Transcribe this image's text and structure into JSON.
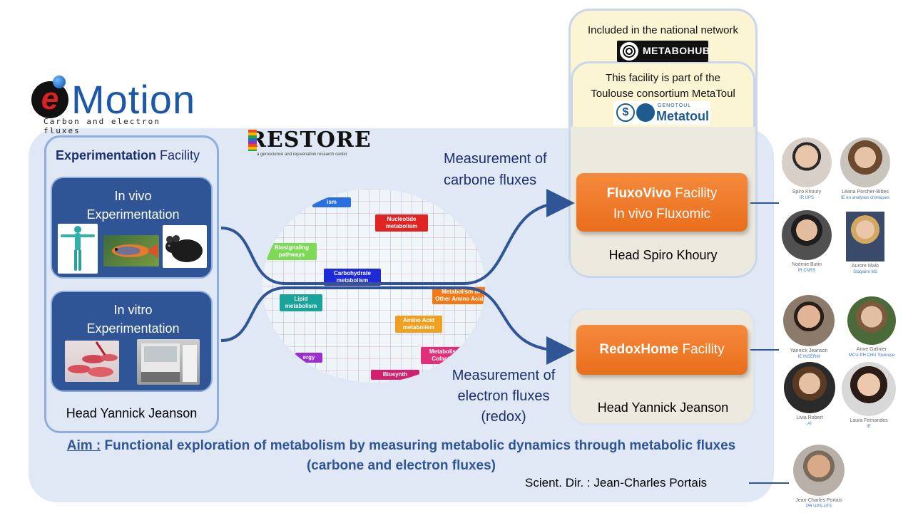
{
  "logo": {
    "brand_initial": "e",
    "brand_rest": "Motion",
    "tagline": "Carbon and electron fluxes"
  },
  "restore_logo": {
    "word": "RESTORE",
    "subtitle": "a geroscience and rejuvenation research center"
  },
  "experimentation": {
    "title_bold": "Experimentation",
    "title_rest": "Facility",
    "in_vivo": [
      "In vivo",
      "Experimentation"
    ],
    "in_vitro": [
      "In vitro",
      "Experimentation"
    ],
    "head": "Head Yannick Jeanson"
  },
  "metabolism_map": {
    "tags": [
      {
        "label": "Nucleotide metabolism",
        "color": "#e02424"
      },
      {
        "label": "Biosignaling pathways",
        "color": "#7ed957"
      },
      {
        "label": "Carbohydrate metabolism",
        "color": "#1f2bd8"
      },
      {
        "label": "Lipid metabolism",
        "color": "#1aa39a"
      },
      {
        "label": "Metabolism of Other Amino Acids",
        "color": "#f07a1a"
      },
      {
        "label": "Amino Acid metabolism",
        "color": "#f0a020"
      },
      {
        "label": "Metabolism Cofactors",
        "color": "#e0307a"
      },
      {
        "label": "Biosynth",
        "color": "#d21f6e"
      },
      {
        "label": "ism",
        "color": "#2a6fe0"
      },
      {
        "label": "ergy",
        "color": "#9a2fd0"
      }
    ]
  },
  "measurements": {
    "carbon": [
      "Measurement of",
      "carbone fluxes"
    ],
    "electron": [
      "Measurement of",
      "electron fluxes",
      "(redox)"
    ]
  },
  "network": {
    "national_text": "Included in the national network",
    "metabohub_logo": "METABOHUB",
    "toulouse_text": [
      "This facility is part of the",
      "Toulouse consortium MetaToul"
    ],
    "metatoul_logo_small": "GENOTOUL",
    "metatoul_logo": "Metatoul"
  },
  "fluxovivo": {
    "name_bold": "FluxoVivo",
    "name_rest": " Facility",
    "line2": "In vivo Fluxomic",
    "head": "Head Spiro Khoury"
  },
  "redoxhome": {
    "name_bold": "RedoxHome",
    "name_rest": " Facility",
    "head": "Head Yannick Jeanson"
  },
  "people_fluxovivo": [
    {
      "name": "Spiro Khoury",
      "role": "IR UPS"
    },
    {
      "name": "Léana Porcher-Bibes",
      "role": "IE en analyses chimiques"
    },
    {
      "name": "Noémie Butin",
      "role": "IR CNRS"
    },
    {
      "name": "Aurore Malo",
      "role": "Stagiaire M2"
    }
  ],
  "people_redox": [
    {
      "name": "Yannick Jeanson",
      "role": "IE INSERM"
    },
    {
      "name": "Anne Galinier",
      "role": "MCU-PH CHU Toulouse"
    },
    {
      "name": "Livia Robert",
      "role": "AI"
    },
    {
      "name": "Laura Fernandes",
      "role": "IE"
    }
  ],
  "director": {
    "name": "Jean-Charles Portais",
    "role": "PR UPS-UT3",
    "label": "Scient. Dir. : Jean-Charles  Portais"
  },
  "aim": {
    "label": "Aim :",
    "text1": " Functional exploration of metabolism by measuring metabolic dynamics through metabolic fluxes",
    "text2": "(carbone and electron fluxes)"
  },
  "colors": {
    "dark_blue": "#2f5597",
    "orange": "#ed7d31",
    "panel_blue": "#dfe8f4",
    "cream": "#fcf5d4"
  }
}
